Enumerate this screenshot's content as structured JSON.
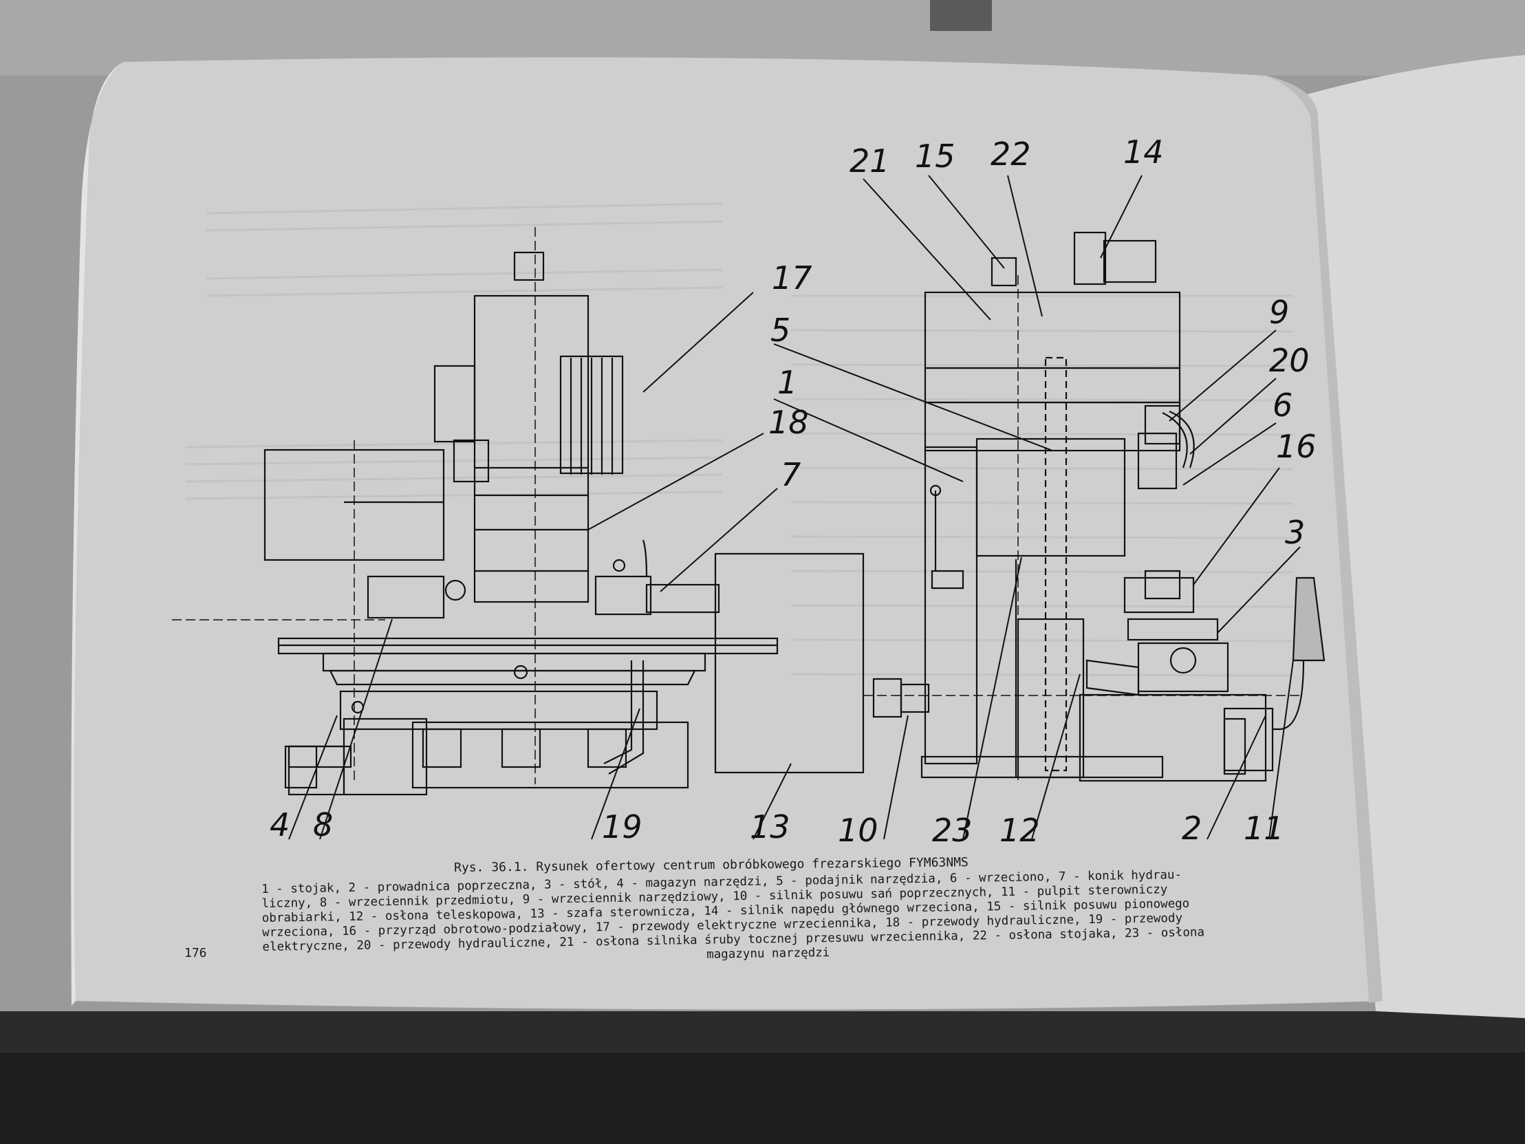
{
  "page_number": "176",
  "caption_title": "Rys. 36.1. Rysunek ofertowy centrum obróbkowego frezarskiego FYM63NMS",
  "legend_lines": [
    "1 - stojak, 2 - prowadnica poprzeczna, 3 - stół, 4 - magazyn narzędzi, 5 - podajnik narzędzia, 6 - wrzeciono, 7 - konik hydrau-",
    "liczny, 8 - wrzeciennik przedmiotu, 9 - wrzeciennik narzędziowy, 10 - silnik posuwu sań poprzecznych, 11 - pulpit sterowniczy",
    "obrabiarki, 12 - osłona teleskopowa, 13 - szafa sterownicza, 14 - silnik napędu głównego wrzeciona, 15 - silnik posuwu pionowego",
    "wrzeciona, 16 - przyrząd obrotowo-podziałowy, 17 - przewody elektryczne wrzeciennika, 18 - przewody hydrauliczne, 19 - przewody",
    "elektryczne, 20 - przewody hydrauliczne, 21 - osłona silnika śruby tocznej przesuwu wrzeciennika, 22 - osłona stojaka, 23 - osłona",
    "magazynu narzędzi"
  ],
  "callouts_left": [
    "17",
    "5",
    "1",
    "18",
    "7",
    "4",
    "8",
    "19",
    "13"
  ],
  "callouts_right": [
    "21",
    "15",
    "22",
    "14",
    "9",
    "20",
    "6",
    "16",
    "3",
    "10",
    "23",
    "12",
    "2",
    "11"
  ]
}
